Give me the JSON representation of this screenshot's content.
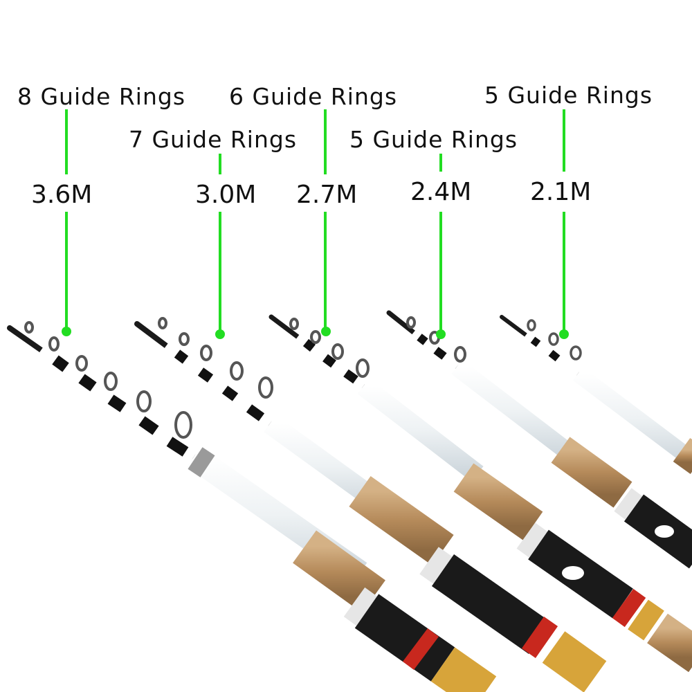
{
  "rods": [
    {
      "length": "3.6M",
      "guide_rings": "8 Guide Rings"
    },
    {
      "length": "3.0M",
      "guide_rings": "7 Guide Rings"
    },
    {
      "length": "2.7M",
      "guide_rings": "6 Guide Rings"
    },
    {
      "length": "2.4M",
      "guide_rings": "5 Guide Rings"
    },
    {
      "length": "2.1M",
      "guide_rings": "5 Guide Rings"
    }
  ],
  "colors": {
    "callout_line": "#22dd22",
    "blank": "#eef2f4",
    "cork": "#b58a5a",
    "reel_seat": "#1a1a1a",
    "trim_red": "#c8281e",
    "trim_gold": "#d7a43a"
  }
}
